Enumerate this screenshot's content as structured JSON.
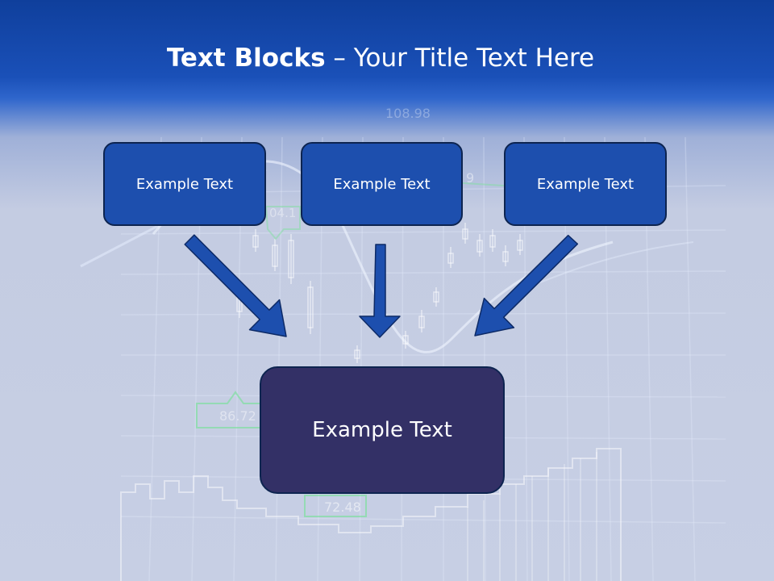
{
  "title": {
    "bold": "Text Blocks",
    "dash": " – ",
    "rest": "Your Title Text Here"
  },
  "background_labels": [
    "108.98",
    "04.1",
    "9",
    "86.72",
    "72.48"
  ],
  "blocks": {
    "left": "Example Text",
    "center": "Example Text",
    "right": "Example Text",
    "bottom": "Example Text"
  },
  "colors": {
    "header": "#1a50b8",
    "box_fill": "#1d4fae",
    "box_border": "#0d2450",
    "bottom_fill": "#333066",
    "arrow": "#1d4fae"
  }
}
